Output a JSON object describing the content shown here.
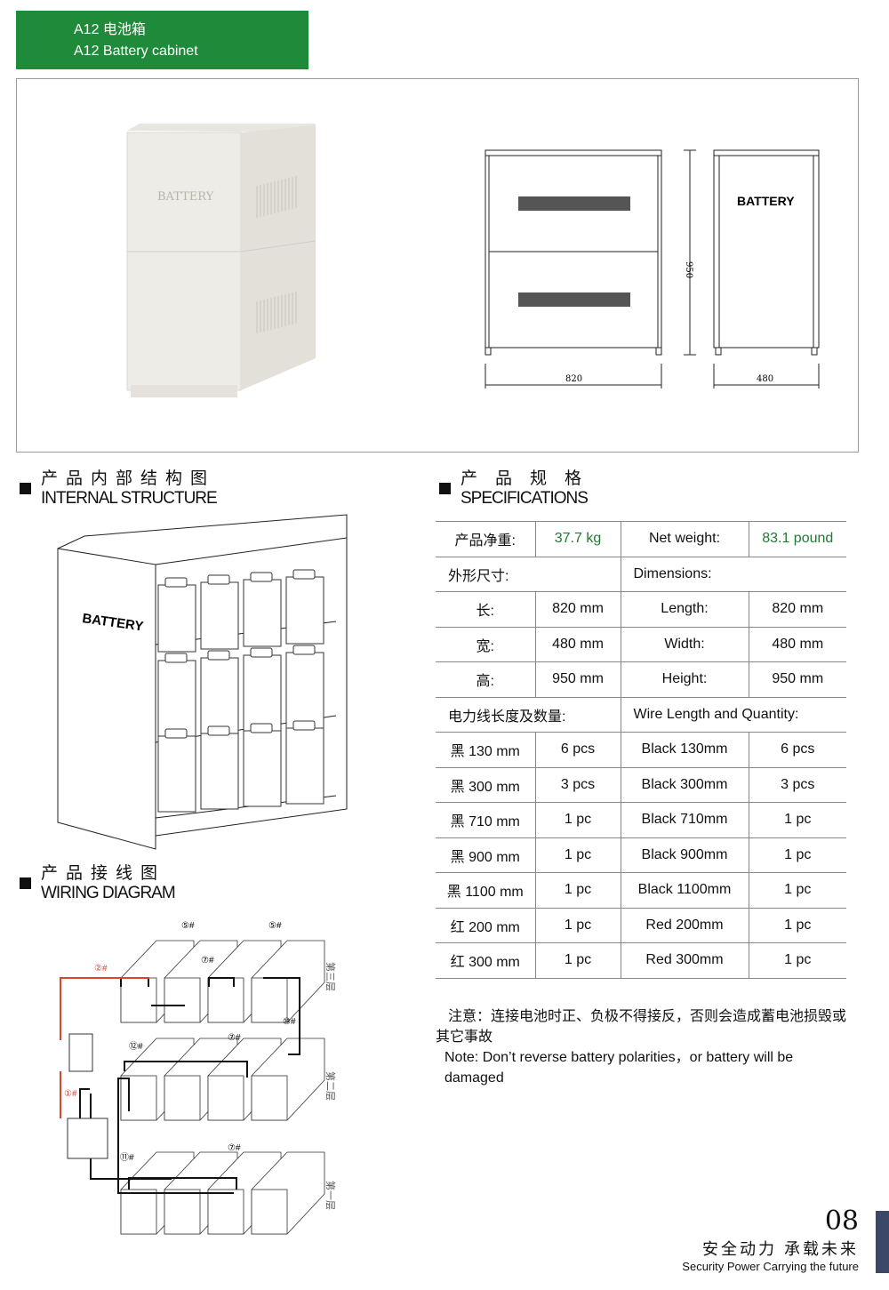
{
  "header": {
    "title_cn": "A12 电池箱",
    "title_en": "A12 Battery cabinet"
  },
  "product": {
    "front_label": "BATTERY",
    "drawing_label": "BATTERY",
    "dim_width": "820",
    "dim_height": "950",
    "dim_depth": "480"
  },
  "sections": {
    "internal": {
      "cn": "产品内部结构图",
      "en": "INTERNAL STRUCTURE",
      "cabinet_label": "BATTERY"
    },
    "wiring": {
      "cn": "产品接线图",
      "en": "WIRING DIAGRAM",
      "layers": [
        "第三层",
        "第二层",
        "第一层"
      ],
      "wires": {
        "w1": "①#",
        "w2": "②#",
        "w5": "⑤#",
        "w7": "⑦#",
        "w10": "⑩#",
        "w11": "⑪#",
        "w12": "⑫#"
      }
    },
    "specs": {
      "cn": "产品规格",
      "en": "SPECIFICATIONS"
    }
  },
  "spec_rows": [
    {
      "type": "pair",
      "c1": "产品净重:",
      "c2": "37.7 kg",
      "c3": "Net weight:",
      "c4": "83.1 pound"
    },
    {
      "type": "head",
      "cn": "外形尺寸:",
      "en": "Dimensions:"
    },
    {
      "type": "pair",
      "c1": "长:",
      "c2": "820 mm",
      "c3": "Length:",
      "c4": "820 mm"
    },
    {
      "type": "pair",
      "c1": "宽:",
      "c2": "480 mm",
      "c3": "Width:",
      "c4": "480 mm"
    },
    {
      "type": "pair",
      "c1": "高:",
      "c2": "950 mm",
      "c3": "Height:",
      "c4": "950 mm"
    },
    {
      "type": "head",
      "cn": "电力线长度及数量:",
      "en": "Wire Length and Quantity:"
    },
    {
      "type": "pair",
      "c1": "黑 130 mm",
      "c2": "6 pcs",
      "c3": "Black 130mm",
      "c4": "6 pcs"
    },
    {
      "type": "pair",
      "c1": "黑 300 mm",
      "c2": "3 pcs",
      "c3": "Black 300mm",
      "c4": "3 pcs"
    },
    {
      "type": "pair",
      "c1": "黑 710 mm",
      "c2": "1 pc",
      "c3": "Black 710mm",
      "c4": "1 pc"
    },
    {
      "type": "pair",
      "c1": "黑 900 mm",
      "c2": "1 pc",
      "c3": "Black 900mm",
      "c4": "1 pc"
    },
    {
      "type": "pair",
      "c1": "黑 1100 mm",
      "c2": "1 pc",
      "c3": "Black 1100mm",
      "c4": "1 pc"
    },
    {
      "type": "pair",
      "c1": "红 200 mm",
      "c2": "1 pc",
      "c3": "Red 200mm",
      "c4": "1 pc"
    },
    {
      "type": "pair",
      "c1": "红 300 mm",
      "c2": "1 pc",
      "c3": "Red 300mm",
      "c4": "1 pc"
    }
  ],
  "note": {
    "cn": "注意：连接电池时正、负极不得接反，否则会造成蓄电池损毁或其它事故",
    "en": "Note: Don’t reverse battery polarities，or battery will be damaged"
  },
  "footer": {
    "page": "08",
    "slogan_cn": "安全动力 承载未来",
    "slogan_en": "Security Power Carrying the future"
  },
  "colors": {
    "brand_green": "#1f8a3a",
    "footer_bar": "#3b4868",
    "red_wire": "#e0432b"
  }
}
